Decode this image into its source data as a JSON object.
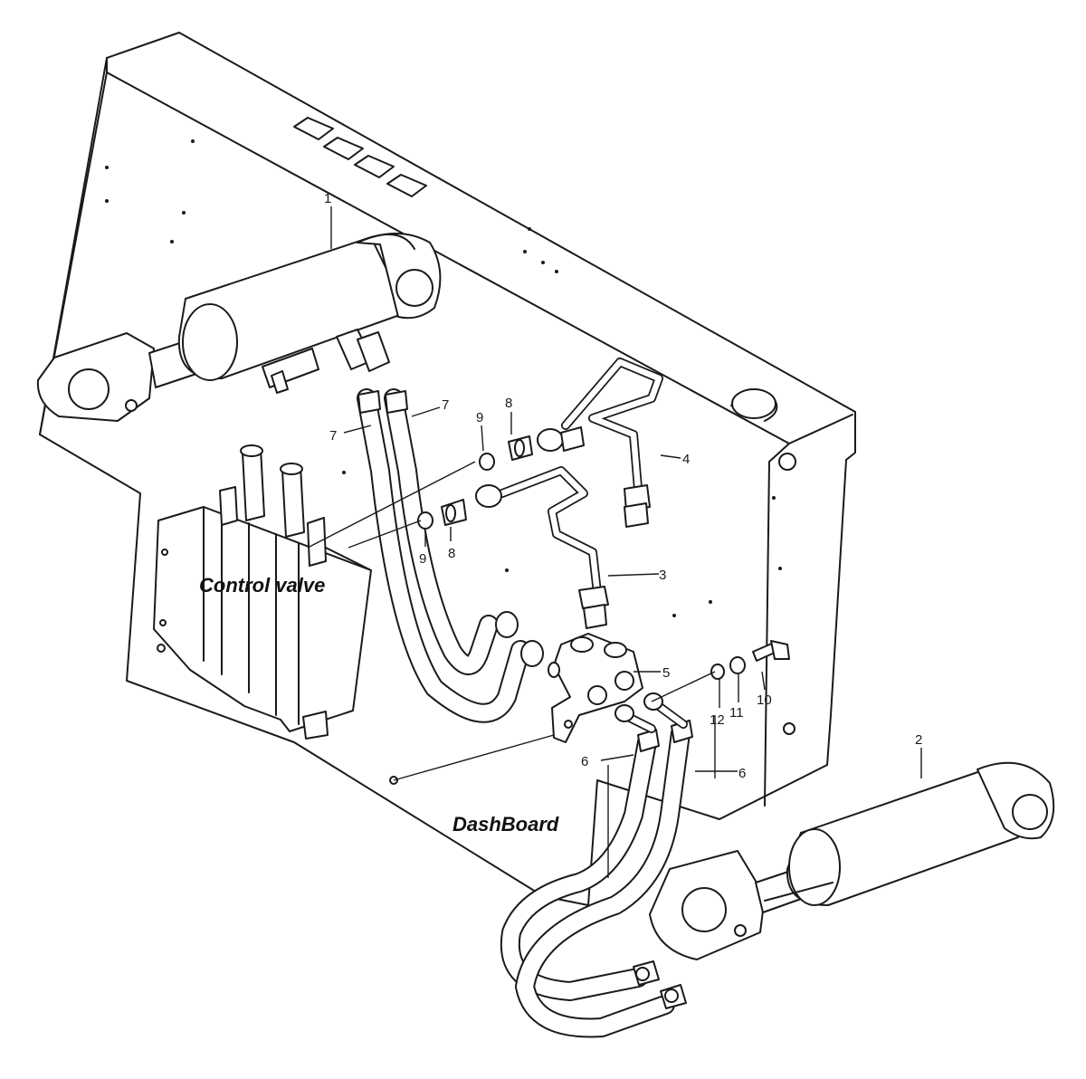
{
  "labels": {
    "control_valve": "Control valve",
    "dashboard": "DashBoard"
  },
  "callouts": {
    "c1": "1",
    "c2": "2",
    "c3": "3",
    "c4": "4",
    "c5": "5",
    "c6a": "6",
    "c6b": "6",
    "c7a": "7",
    "c7b": "7",
    "c8a": "8",
    "c8b": "8",
    "c9a": "9",
    "c9b": "9",
    "c10": "10",
    "c11": "11",
    "c12": "12"
  }
}
